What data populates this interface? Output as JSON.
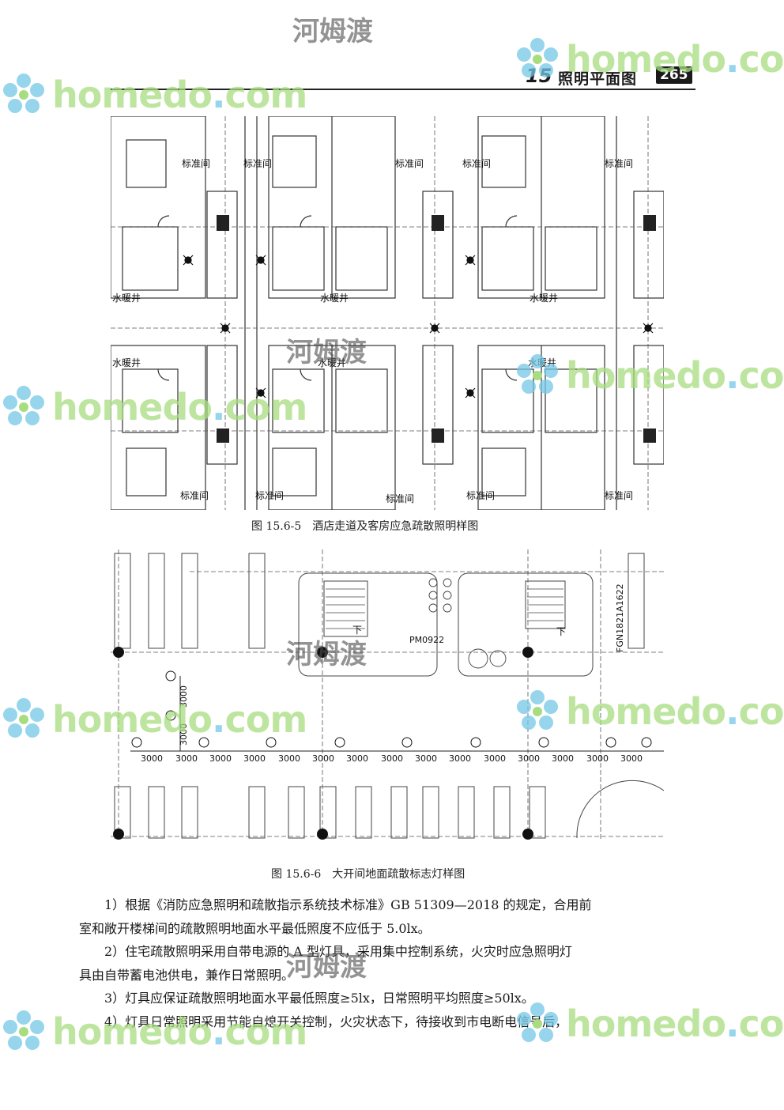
{
  "header": {
    "chapter_number": "15",
    "chapter_title": "照明平面图",
    "page_number": "265"
  },
  "figures": [
    {
      "caption": "图 15.6-5　酒店走道及客房应急疏散照明样图",
      "labels": {
        "standard_room": "标准间",
        "plumbing_shaft": "水暖井"
      }
    },
    {
      "caption": "图 15.6-6　大开间地面疏散标志灯样图",
      "labels": {
        "down": "下",
        "dim": "3000",
        "panel_tag_1": "PM0922",
        "panel_tag_2": "FGN1821A1622"
      }
    }
  ],
  "body": {
    "p1": "1）根据《消防应急照明和疏散指示系统技术标准》GB 51309—2018 的规定，合用前",
    "p1b": "室和敞开楼梯间的疏散照明地面水平最低照度不应低于 5.0lx。",
    "p2": "2）住宅疏散照明采用自带电源的 A 型灯具，采用集中控制系统，火灾时应急照明灯",
    "p2b": "具由自带蓄电池供电，兼作日常照明。",
    "p3": "3）灯具应保证疏散照明地面水平最低照度≥5lx，日常照明平均照度≥50lx。",
    "p4": "4）灯具日常照明采用节能自熄开关控制，火灾状态下，待接收到市电断电信号后，"
  },
  "watermark": {
    "brand": "homedo",
    "dot": ".",
    "tld": "com",
    "cn": "河姆渡"
  },
  "colors": {
    "wm_green": "#a7dd7f",
    "wm_blue": "#73c8e6"
  }
}
